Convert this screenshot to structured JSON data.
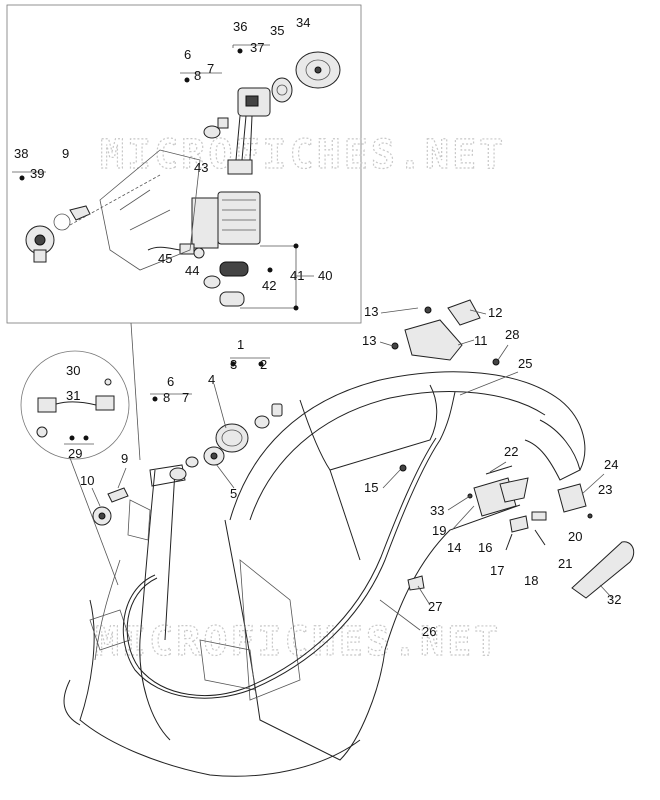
{
  "watermarks": [
    "MICROFICHES.NET",
    "MICROFICHES.NET"
  ],
  "callouts": {
    "n1": "1",
    "n2": "2",
    "n3": "3",
    "n4": "4",
    "n5": "5",
    "n6": "6",
    "n7": "7",
    "n8": "8",
    "n9": "9",
    "n10": "10",
    "n11": "11",
    "n12": "12",
    "n13": "13",
    "n13b": "13",
    "n14": "14",
    "n15": "15",
    "n16": "16",
    "n17": "17",
    "n18": "18",
    "n19": "19",
    "n20": "20",
    "n21": "21",
    "n22": "22",
    "n23": "23",
    "n24": "24",
    "n25": "25",
    "n26": "26",
    "n27": "27",
    "n28": "28",
    "n29": "29",
    "n30": "30",
    "n31": "31",
    "n32": "32",
    "n33": "33",
    "n34": "34",
    "n35": "35",
    "n36": "36",
    "n37": "37",
    "n38": "38",
    "n39": "39",
    "n40": "40",
    "n41": "41",
    "n42": "42",
    "n43": "43",
    "n44": "44",
    "n45": "45",
    "n6b": "6",
    "n7b": "7",
    "n8b": "8",
    "n9b": "9"
  },
  "colors": {
    "line": "#222222",
    "watermark": "#c8c8c8",
    "part_fill": "#e9e9e9"
  }
}
